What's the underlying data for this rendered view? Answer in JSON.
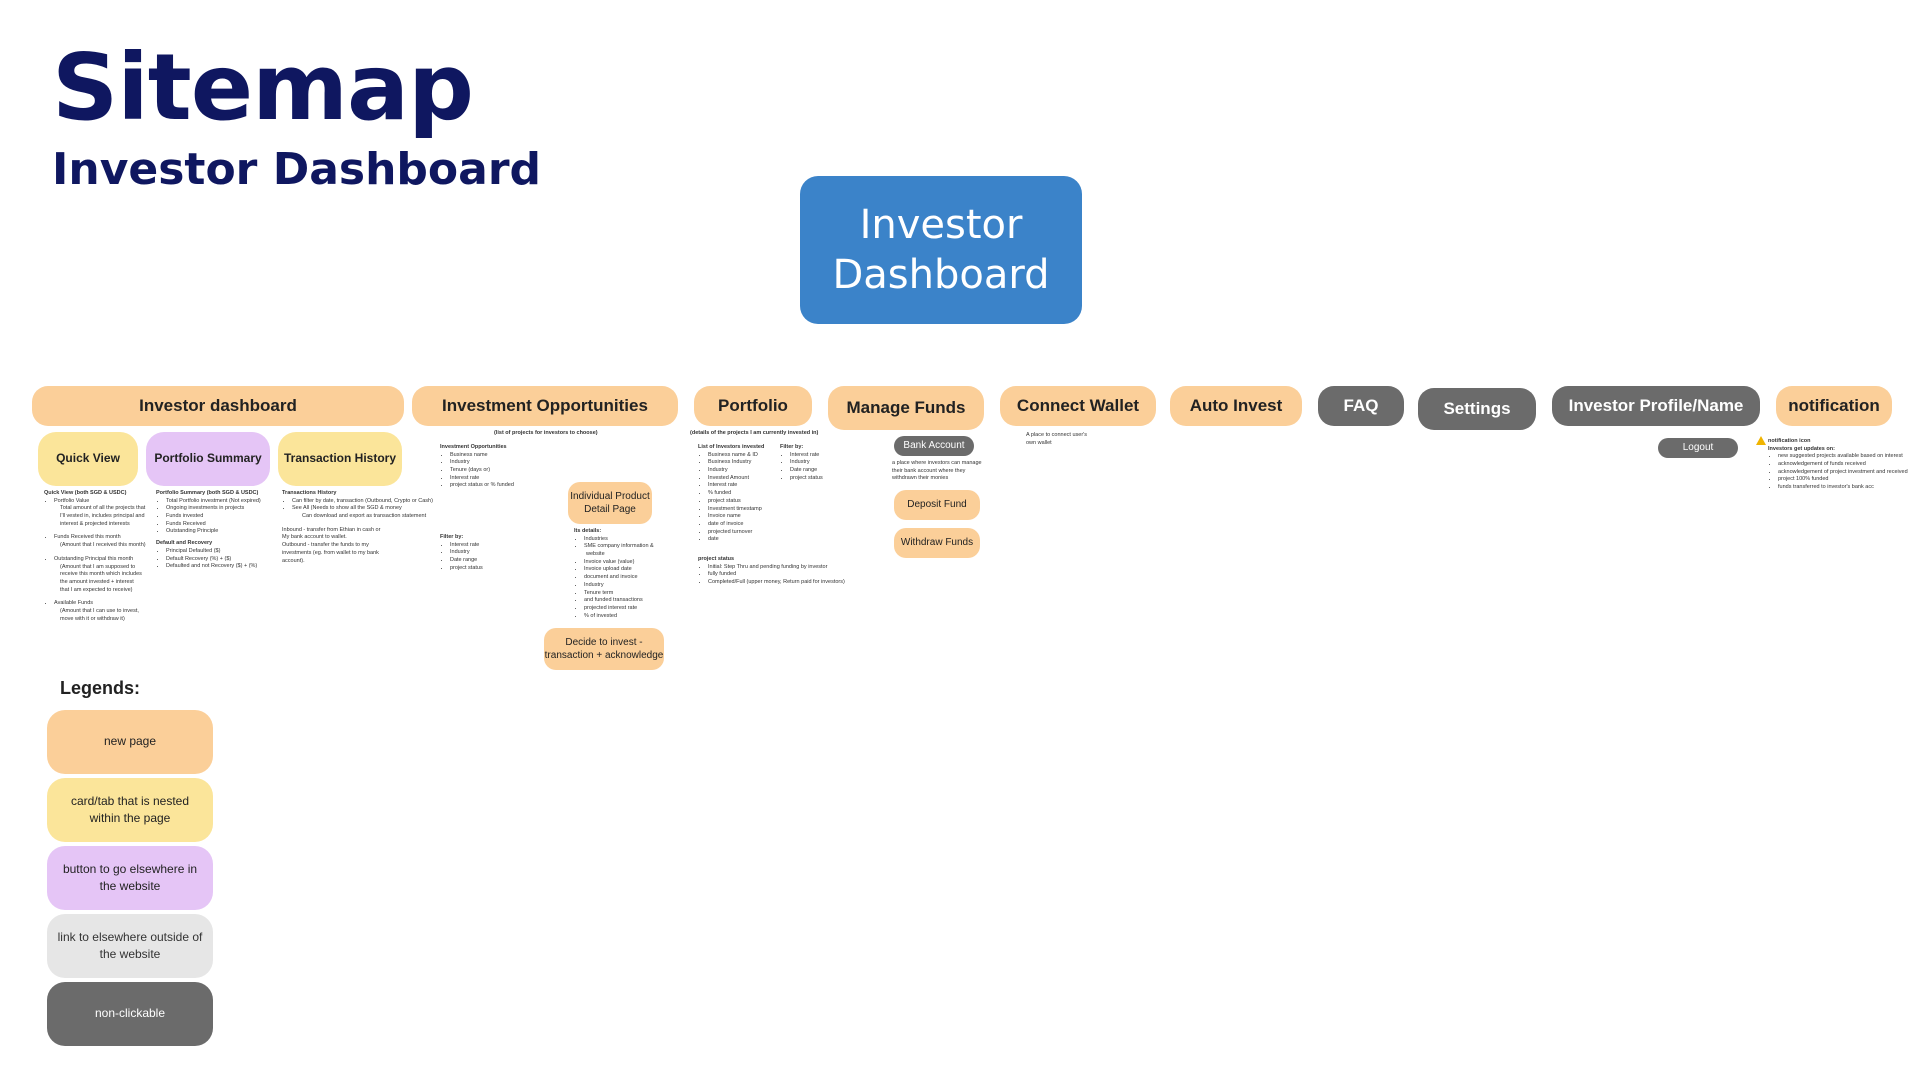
{
  "header": {
    "title": "Sitemap",
    "subtitle": "Investor Dashboard"
  },
  "root": {
    "label": "Investor Dashboard"
  },
  "nav": [
    {
      "label": "Investor dashboard",
      "type": "new-page"
    },
    {
      "label": "Investment Opportunities",
      "type": "new-page"
    },
    {
      "label": "Portfolio",
      "type": "new-page"
    },
    {
      "label": "Manage Funds",
      "type": "new-page"
    },
    {
      "label": "Connect Wallet",
      "type": "new-page"
    },
    {
      "label": "Auto Invest",
      "type": "new-page"
    },
    {
      "label": "FAQ",
      "type": "non-clickable"
    },
    {
      "label": "Settings",
      "type": "non-clickable"
    },
    {
      "label": "Investor Profile/Name",
      "type": "non-clickable"
    },
    {
      "label": "notification",
      "type": "new-page"
    }
  ],
  "dashboard_tabs": {
    "quick_view": "Quick View",
    "portfolio_summary": "Portfolio Summary",
    "transaction_history": "Transaction History"
  },
  "notes": {
    "quick_view": {
      "heading": "Quick View (both SGD & USDC)",
      "items": [
        "Portfolio Value",
        "Total amount of all the projects that",
        "I'll vested in, includes principal and",
        "interest & projected interests",
        "Funds Received this month",
        "(Amount that I received this month)",
        "Outstanding Principal this month",
        "(Amount that I am supposed to",
        "receive this month which includes",
        "the amount invested + interest",
        "that I am expected to receive)",
        "Available Funds",
        "(Amount that I can use to invest,",
        "move with it or withdraw it)"
      ]
    },
    "portfolio_summary": {
      "heading": "Portfolio Summary (both SGD & USDC)",
      "items": [
        "Total Portfolio investment (Not expired)",
        "Ongoing investments in projects",
        "Funds invested",
        "Funds Received",
        "Outstanding Principle"
      ],
      "heading2": "Default and Recovery",
      "items2": [
        "Principal Defaulted ($)",
        "Default Recovery (%) + ($)",
        "Defaulted and not Recovery ($) + (%)"
      ]
    },
    "transaction_history": {
      "heading": "Transactions History",
      "items": [
        "Can filter by date, transaction (Outbound, Crypto or Cash)",
        "See All (Needs to show all the SGD & money",
        "Can download and export as transaction statement"
      ],
      "inbound": "Inbound - transfer from Ethian in cash or",
      "inbound2": "My bank account to wallet.",
      "outbound": "Outbound - transfer the funds to my",
      "outbound2": "investments (eg. from wallet to my bank",
      "outbound3": "account)."
    },
    "investment_opportunities": {
      "caption": "(list of projects for investors to choose)",
      "heading": "Investment Opportunities",
      "items": [
        "Business name",
        "Industry",
        "Tenure (days or)",
        "Interest rate",
        "project status or % funded"
      ],
      "filter_heading": "Filter by:",
      "filters": [
        "Interest rate",
        "Industry",
        "Date range",
        "project status"
      ]
    },
    "product_detail": {
      "heading": "Its details:",
      "items": [
        "Industries",
        "SME company information &",
        "website",
        "Invoice value (value)",
        "Invoice upload date",
        "document and invoice",
        "Industry",
        "Tenure term",
        "and funded transactions",
        "projected interest rate",
        "% of invested"
      ]
    },
    "portfolio": {
      "caption": "(details of the projects I am currently invested in)",
      "heading": "List of Investors invested",
      "items": [
        "Business name & ID",
        "Business Industry",
        "Industry",
        "Invested Amount",
        "Interest rate",
        "% funded",
        "project status",
        "Investment timestamp",
        "Invoice name",
        "date of invoice",
        "projected turnover",
        "date"
      ],
      "filter_heading": "Filter by:",
      "filters": [
        "Interest rate",
        "Industry",
        "Date range",
        "project status"
      ],
      "status_heading": "project status",
      "status_items": [
        "Initial: Step Thru and pending funding by investor",
        "fully funded",
        "Completed/Full (upper money, Return paid for investors)"
      ]
    },
    "manage_funds": "a place where investors can manage their bank account where they withdrawn their monies",
    "connect_wallet": "A place to connect user's own wallet",
    "notification": {
      "heading": "notification icon",
      "sub": "Investors get updates on:",
      "items": [
        "new suggested projects available based on interest",
        "acknowledgement of funds received",
        "acknowledgement of project investment and received",
        "project 100% funded",
        "funds transferred to investor's bank acc"
      ]
    }
  },
  "sub_buttons": {
    "individual_product": "Individual Product Detail Page",
    "decide_to_invest": "Decide to invest - transaction + acknowledge",
    "bank_account": "Bank Account",
    "deposit_fund": "Deposit Fund",
    "withdraw_funds": "Withdraw Funds",
    "logout": "Logout"
  },
  "legend": {
    "title": "Legends:",
    "items": [
      {
        "label": "new page",
        "color": "#fbcf99"
      },
      {
        "label": "card/tab that is nested within the page",
        "color": "#fbe59a"
      },
      {
        "label": "button to go elsewhere in the website",
        "color": "#e5c5f6"
      },
      {
        "label": "link to elsewhere outside of the website",
        "color": "#e6e6e6"
      },
      {
        "label": "non-clickable",
        "color": "#6b6b6b"
      }
    ]
  }
}
